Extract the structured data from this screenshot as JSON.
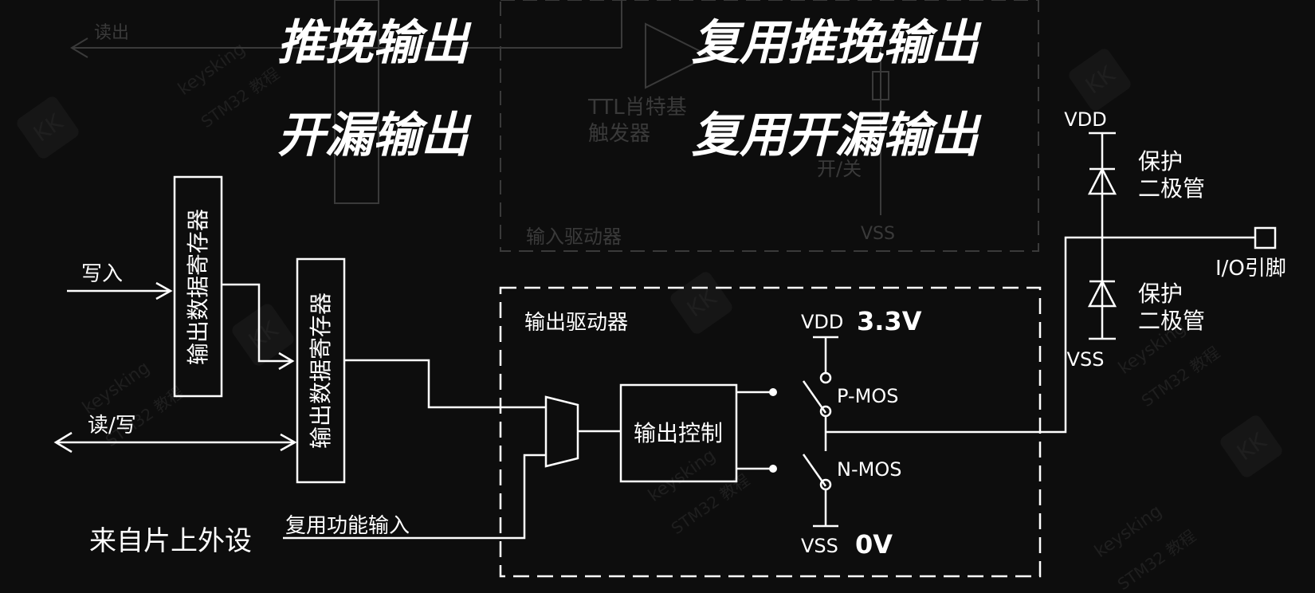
{
  "modes": {
    "push_pull": "推挽输出",
    "af_push_pull": "复用推挽输出",
    "open_drain": "开漏输出",
    "af_open_drain": "复用开漏输出"
  },
  "faint": {
    "read_out": "读出",
    "schmitt": "TTL肖特基",
    "schmitt2": "触发器",
    "switch": "开/关",
    "vss": "VSS",
    "input_driver": "输入驱动器"
  },
  "watermark": {
    "text": "keysking",
    "sub": "STM32 教程",
    "logo": "KK"
  },
  "left": {
    "write": "写入",
    "read_write": "读/写",
    "register1": "输出数据寄存器",
    "register2": "输出数据寄存器",
    "from_peripheral": "来自片上外设",
    "alt_input": "复用功能输入"
  },
  "driver": {
    "title": "输出驱动器",
    "control": "输出控制",
    "vdd": "VDD",
    "vdd_value": "3.3V",
    "vss": "VSS",
    "vss_value": "0V",
    "pmos": "P-MOS",
    "nmos": "N-MOS"
  },
  "right": {
    "vdd": "VDD",
    "vss": "VSS",
    "diode1a": "保护",
    "diode1b": "二极管",
    "diode2a": "保护",
    "diode2b": "二极管",
    "pin": "I/O引脚"
  }
}
